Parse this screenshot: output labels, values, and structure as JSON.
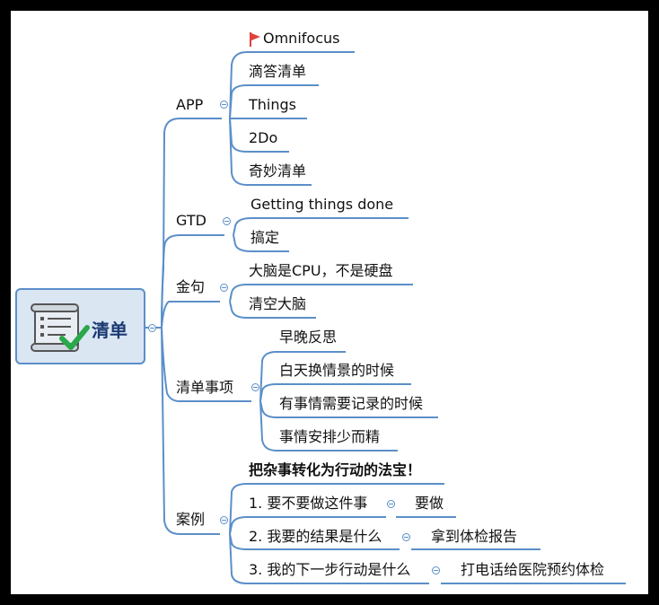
{
  "root": {
    "label": "清单",
    "icon": "checklist-scroll-icon"
  },
  "branches": [
    {
      "label": "APP",
      "children": [
        {
          "label": "Omnifocus",
          "marker": "red-flag-icon"
        },
        {
          "label": "滴答清单"
        },
        {
          "label": "Things"
        },
        {
          "label": "2Do"
        },
        {
          "label": "奇妙清单"
        }
      ]
    },
    {
      "label": "GTD",
      "children": [
        {
          "label": "Getting things done"
        },
        {
          "label": "搞定"
        }
      ]
    },
    {
      "label": "金句",
      "children": [
        {
          "label": "大脑是CPU，不是硬盘"
        },
        {
          "label": "清空大脑"
        }
      ]
    },
    {
      "label": "清单事项",
      "children": [
        {
          "label": "早晚反思"
        },
        {
          "label": "白天换情景的时候"
        },
        {
          "label": "有事情需要记录的时候"
        },
        {
          "label": "事情安排少而精"
        }
      ]
    },
    {
      "label": "案例",
      "children": [
        {
          "label": "把杂事转化为行动的法宝！",
          "bold": true
        },
        {
          "label": "1. 要不要做这件事",
          "child": "要做"
        },
        {
          "label": "2. 我要的结果是什么",
          "child": "拿到体检报告"
        },
        {
          "label": "3. 我的下一步行动是什么",
          "child": "打电话给医院预约体检"
        }
      ]
    }
  ],
  "colors": {
    "line": "#5b8fc9",
    "root_fill": "#dbe6f3",
    "root_text": "#1a3a73",
    "flag": "#e0413a",
    "check": "#2aa84a"
  }
}
